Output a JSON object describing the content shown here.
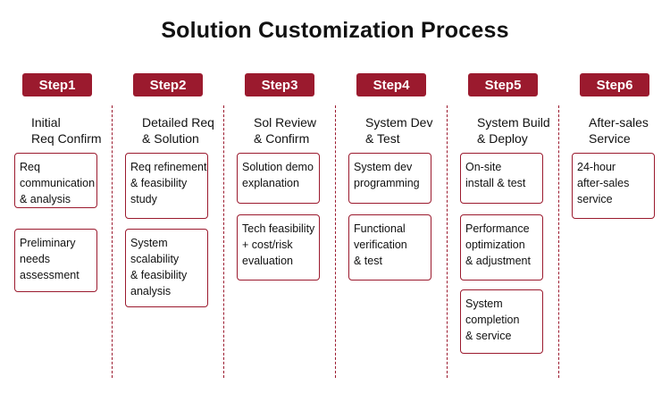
{
  "title": "Solution Customization Process",
  "steps": [
    {
      "label": "Step1",
      "heading": "Initial\nReq Confirm",
      "boxes": [
        "Req\ncommunication\n& analysis",
        "Preliminary\n needs\nassessment"
      ]
    },
    {
      "label": "Step2",
      "heading": "Detailed Req\n& Solution",
      "boxes": [
        "Req refinement\n & feasibility\n study",
        "System\nscalability\n& feasibility\n analysis"
      ]
    },
    {
      "label": "Step3",
      "heading": "Sol Review\n& Confirm",
      "boxes": [
        "Solution demo\nexplanation",
        "Tech feasibility\n+ cost/risk\n evaluation"
      ]
    },
    {
      "label": "Step4",
      "heading": "System Dev\n& Test",
      "boxes": [
        "System dev\nprogramming",
        "Functional\nverification\n& test"
      ]
    },
    {
      "label": "Step5",
      "heading": "System Build\n& Deploy",
      "boxes": [
        "On-site\n install & test",
        "Performance\noptimization\n& adjustment",
        "System\ncompletion\n& service"
      ]
    },
    {
      "label": "Step6",
      "heading": "After-sales\nService",
      "boxes": [
        "24-hour\nafter-sales\n service"
      ]
    }
  ],
  "colors": {
    "accent": "#9b1a2e"
  }
}
